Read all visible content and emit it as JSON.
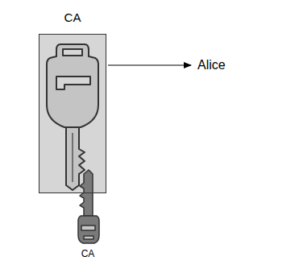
{
  "diagram": {
    "nodes": [
      {
        "text": [
          "CA"
        ]
      },
      {
        "text": [
          "Alice"
        ]
      }
    ],
    "edges": [
      {
        "from": 0,
        "to": 1,
        "arrow": "to"
      }
    ],
    "labels": [
      "CA"
    ]
  }
}
